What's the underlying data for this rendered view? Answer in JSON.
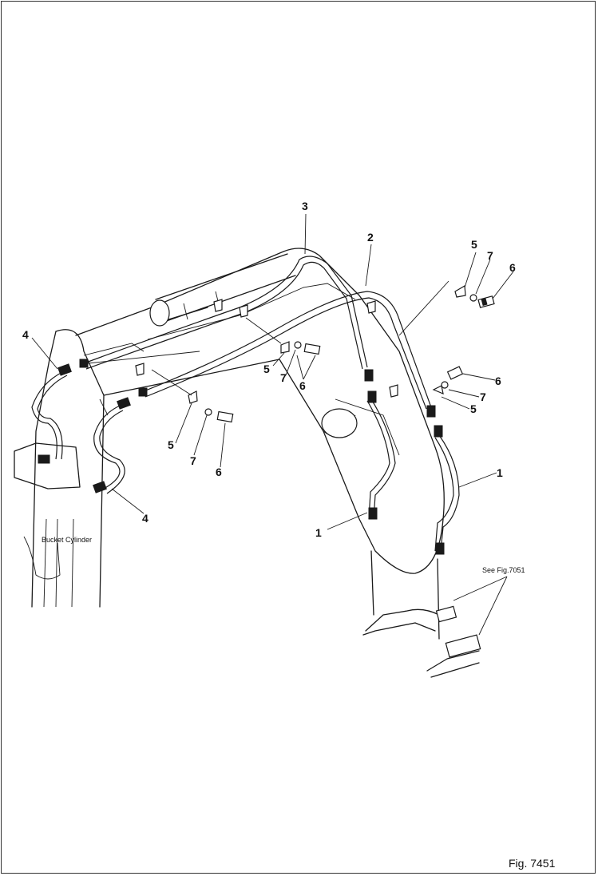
{
  "figure": {
    "label": "Fig. 7451"
  },
  "notes": {
    "bucket_cylinder": "Bucket Cylinder",
    "see_fig": "See Fig.7051"
  },
  "callouts": {
    "c1_right": "1",
    "c1_left": "1",
    "c2": "2",
    "c3": "3",
    "c4_top": "4",
    "c4_bottom": "4",
    "c5_top_right": "5",
    "c5_mid_right": "5",
    "c5_center": "5",
    "c5_left": "5",
    "c6_top_right": "6",
    "c6_mid_right": "6",
    "c6_center": "6",
    "c6_left": "6",
    "c7_top_right": "7",
    "c7_mid_right": "7",
    "c7_center": "7",
    "c7_left": "7"
  }
}
